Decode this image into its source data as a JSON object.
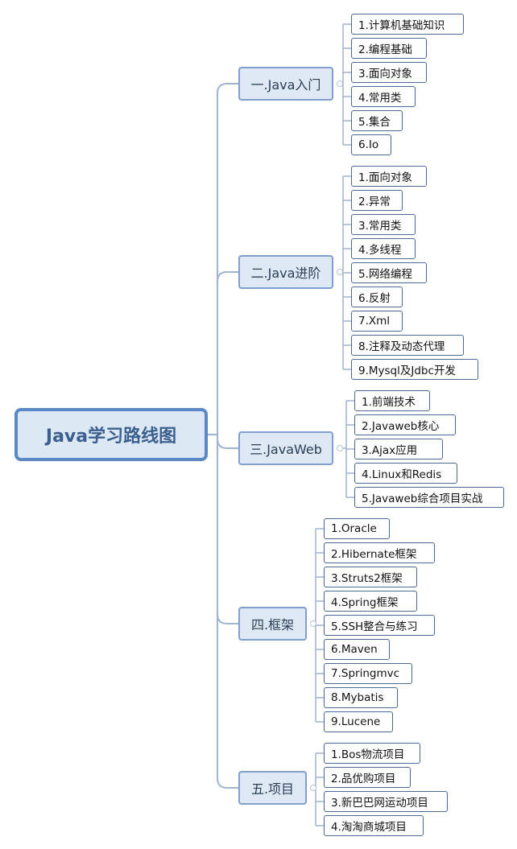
{
  "root": {
    "title": "Java学习路线图"
  },
  "branches": [
    {
      "label": "一.Java入门",
      "items": [
        "1.计算机基础知识",
        "2.编程基础",
        "3.面向对象",
        "4.常用类",
        "5.集合",
        "6.Io"
      ]
    },
    {
      "label": "二.Java进阶",
      "items": [
        "1.面向对象",
        "2.异常",
        "3.常用类",
        "4.多线程",
        "5.网络编程",
        "6.反射",
        "7.Xml",
        "8.注释及动态代理",
        "9.Mysql及Jdbc开发"
      ]
    },
    {
      "label": "三.JavaWeb",
      "items": [
        "1.前端技术",
        "2.Javaweb核心",
        "3.Ajax应用",
        "4.Linux和Redis",
        "5.Javaweb综合项目实战"
      ]
    },
    {
      "label": "四.框架",
      "items": [
        "1.Oracle",
        "2.Hibernate框架",
        "3.Struts2框架",
        "4.Spring框架",
        "5.SSH整合与练习",
        "6.Maven",
        "7.Springmvc",
        "8.Mybatis",
        "9.Lucene"
      ]
    },
    {
      "label": "五.项目",
      "items": [
        "1.Bos物流项目",
        "2.品优购项目",
        "3.新巴巴网运动项目",
        "4.淘淘商城项目"
      ]
    }
  ]
}
